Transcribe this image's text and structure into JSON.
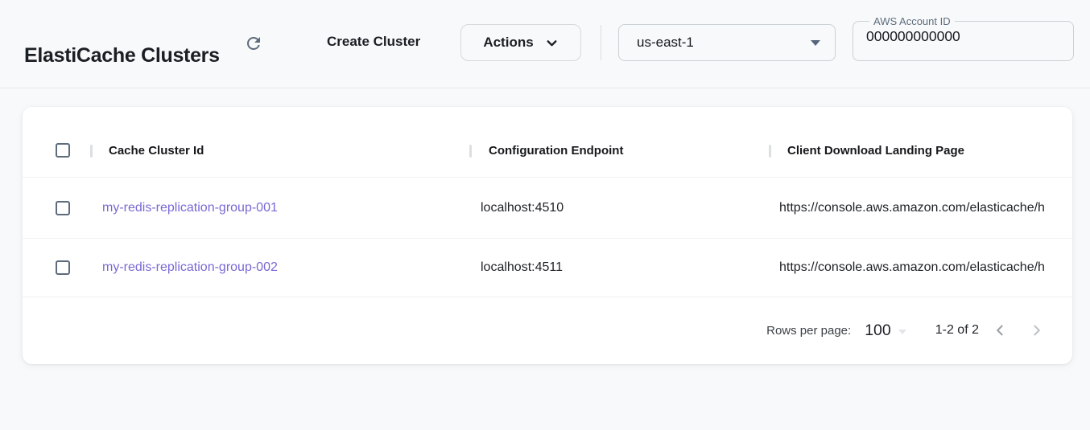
{
  "header": {
    "title": "ElastiCache Clusters",
    "create_cluster_label": "Create Cluster",
    "actions_label": "Actions",
    "region": {
      "selected": "us-east-1"
    },
    "account": {
      "label": "AWS Account ID",
      "value": "000000000000"
    }
  },
  "table": {
    "columns": [
      "Cache Cluster Id",
      "Configuration Endpoint",
      "Client Download Landing Page"
    ],
    "rows": [
      {
        "cache_cluster_id": "my-redis-replication-group-001",
        "configuration_endpoint": "localhost:4510",
        "client_download_landing_page": "https://console.aws.amazon.com/elasticache/h"
      },
      {
        "cache_cluster_id": "my-redis-replication-group-002",
        "configuration_endpoint": "localhost:4511",
        "client_download_landing_page": "https://console.aws.amazon.com/elasticache/h"
      }
    ]
  },
  "pagination": {
    "rows_per_page_label": "Rows per page:",
    "rows_per_page_value": "100",
    "range_label": "1-2 of 2"
  },
  "colors": {
    "link_purple": "#7a68d4",
    "icon_gray_blue": "#5d6b7b",
    "page_background": "#f8f9fa"
  }
}
